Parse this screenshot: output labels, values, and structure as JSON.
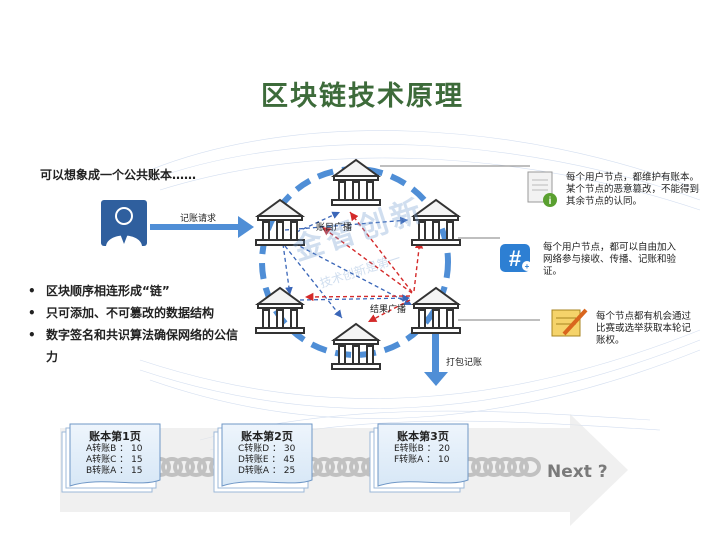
{
  "title": "区块链技术原理",
  "intro": "可以想象成一个公共账本……",
  "bullets": [
    "区块顺序相连形成“链”",
    "只可添加、不可篡改的数据结构",
    "数字签名和共识算法确保网络的公信力"
  ],
  "labels": {
    "request": "记账请求",
    "ledger_broadcast": "账目广播",
    "result_broadcast": "结果广播",
    "pack": "打包记账"
  },
  "descriptions": [
    "每个用户节点，都维护有账本。某个节点的恶意篡改，不能得到其余节点的认同。",
    "每个用户节点，都可以自由加入网络参与接收、传播、记账和验证。",
    "每个节点都有机会通过比赛或选举获取本轮记账权。"
  ],
  "pages": [
    {
      "title": "账本第1页",
      "lines": [
        "A转账B ： 10",
        "A转账C ： 15",
        "B转账A ： 15"
      ]
    },
    {
      "title": "账本第2页",
      "lines": [
        "C转账D ： 30",
        "D转账E ： 45",
        "D转账A ： 25"
      ]
    },
    {
      "title": "账本第3页",
      "lines": [
        "E转账B ： 20",
        "F转账A ： 10"
      ]
    }
  ],
  "next": "Next ?",
  "watermark": "金智创新",
  "watermark_sub": "技术创新是第一"
}
